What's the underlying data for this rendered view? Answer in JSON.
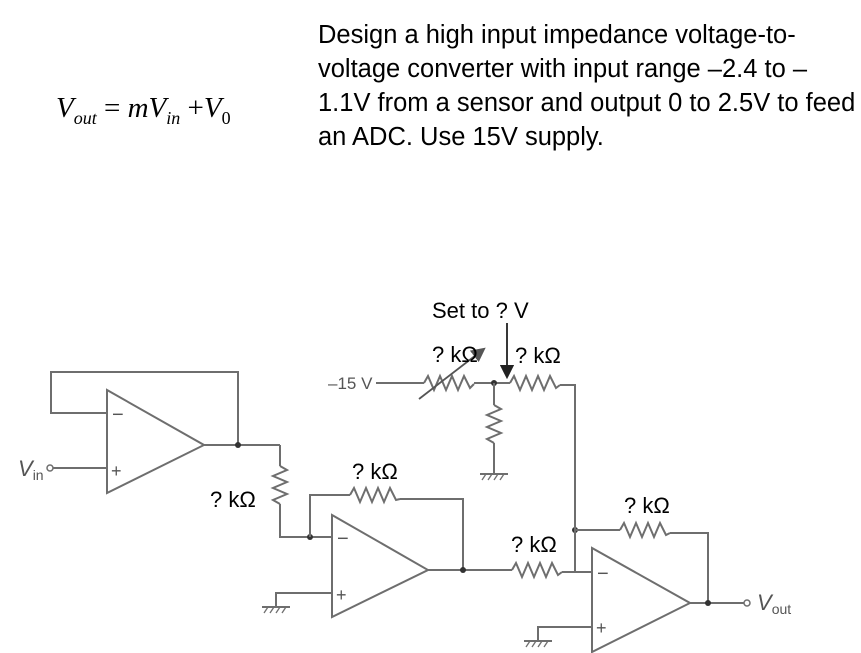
{
  "equation": {
    "lhs_symbol": "V",
    "lhs_sub": "out",
    "equals": "=",
    "slope": "m",
    "input_symbol": "V",
    "input_sub": "in",
    "plus": "+",
    "offset_symbol": "V",
    "offset_sub": "0"
  },
  "problem": {
    "text": "Design a high input impedance voltage-to-voltage converter with input range –2.4 to –1.1V from a sensor and output 0 to 2.5V to feed an ADC. Use 15V supply."
  },
  "schematic": {
    "input_label": "V",
    "input_label_sub": "in",
    "output_label": "V",
    "output_label_sub": "out",
    "supply_label": "–15 V",
    "wiper_label": "Set to ? V",
    "opamp_minus": "−",
    "opamp_plus": "+",
    "resistors": {
      "pot": "? kΩ",
      "divider_right": "? kΩ",
      "input_series": "? kΩ",
      "stage2_feedback": "? kΩ",
      "stage3_input": "? kΩ",
      "stage3_feedback": "? kΩ"
    }
  }
}
